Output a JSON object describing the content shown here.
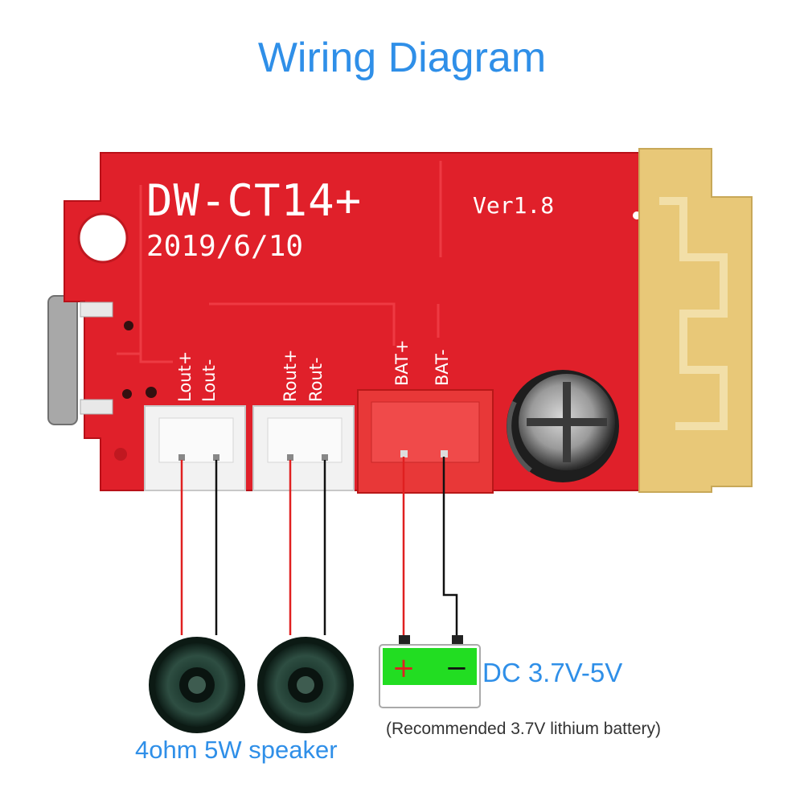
{
  "title": "Wiring Diagram",
  "board": {
    "model": "DW-CT14+",
    "version": "Ver1.8",
    "date": "2019/6/10",
    "pins": {
      "lout_plus": "Lout+",
      "lout_minus": "Lout-",
      "rout_plus": "Rout+",
      "rout_minus": "Rout-",
      "bat_plus": "BAT+",
      "bat_minus": "BAT-"
    }
  },
  "battery": {
    "plus": "+",
    "minus": "−"
  },
  "labels": {
    "speaker": "4ohm 5W speaker",
    "voltage": "DC 3.7V-5V",
    "recommendation": "(Recommended 3.7V lithium battery)"
  },
  "colors": {
    "title": "#2f8fe8",
    "board": "#e0202a",
    "wire_positive": "#e02020",
    "wire_negative": "#111111",
    "battery": "#22dd22",
    "antenna": "#e8c878"
  }
}
